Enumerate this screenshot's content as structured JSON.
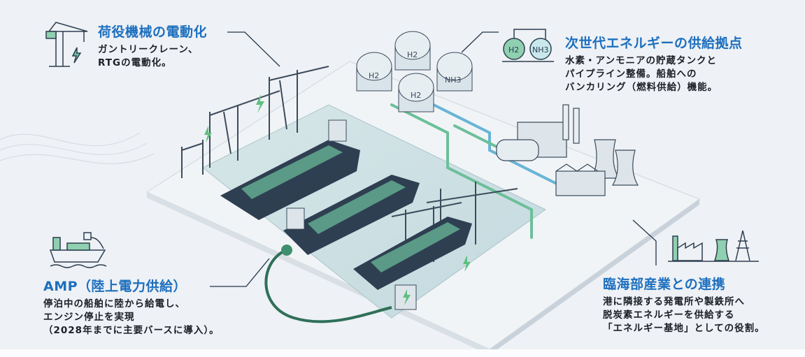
{
  "sections": {
    "cargo_handling": {
      "title": "荷役機械の電動化",
      "lines": [
        "ガントリークレーン、",
        "RTGの電動化。"
      ],
      "icon": "crane-lightning-icon"
    },
    "energy_hub": {
      "title": "次世代エネルギーの供給拠点",
      "lines": [
        "水素・アンモニアの貯蔵タンクと",
        "パイプライン整備。船舶への",
        "バンカリング（燃料供給）機能。"
      ],
      "icon": "h2-nh3-tanks-icon",
      "tank_labels": [
        "H2",
        "NH3"
      ]
    },
    "amp": {
      "title": "AMP（陸上電力供給）",
      "lines": [
        "停泊中の船舶に陸から給電し、",
        "エンジン停止を実現",
        "（2028年までに主要バースに導入）。"
      ],
      "icon": "ship-plug-icon"
    },
    "industry": {
      "title": "臨海部産業との連携",
      "lines": [
        "港に隣接する発電所や製鉄所へ",
        "脱炭素エネルギーを供給する",
        "「エネルギー基地」としての役割。"
      ],
      "icon": "factory-powerplant-pylon-icon"
    }
  },
  "illustration": {
    "tank_labels": [
      "H2",
      "H2",
      "NH3",
      "H2"
    ]
  },
  "colors": {
    "title_blue": "#1d6fbe",
    "accent_green": "#6cbf9a",
    "container_green": "#5a9a86",
    "hull_navy": "#2f3f52",
    "pipe_blue": "#69b4d6"
  }
}
